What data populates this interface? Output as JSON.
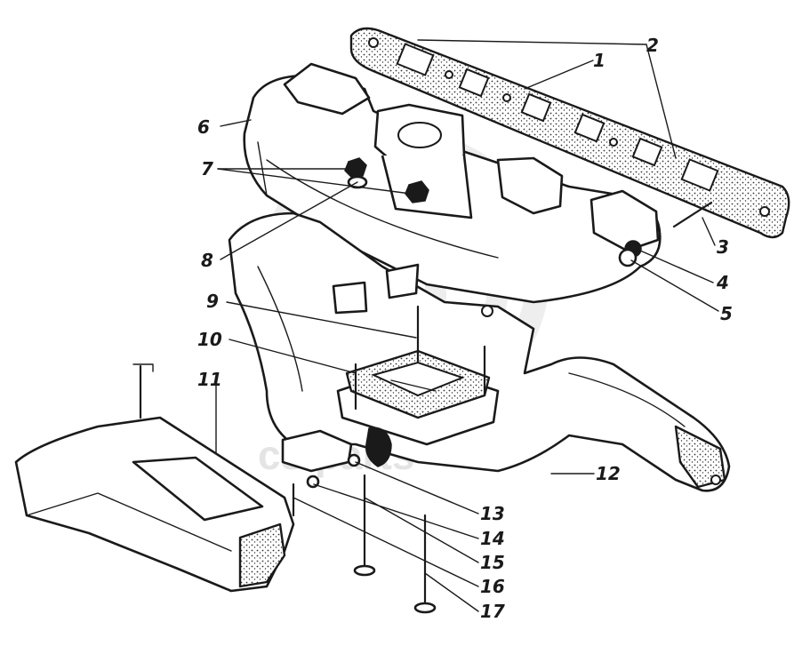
{
  "diagram": {
    "callouts": [
      "1",
      "2",
      "3",
      "4",
      "5",
      "6",
      "7",
      "8",
      "9",
      "10",
      "11",
      "12",
      "13",
      "14",
      "15",
      "16",
      "17"
    ]
  },
  "watermark": {
    "text": "cs parts"
  }
}
